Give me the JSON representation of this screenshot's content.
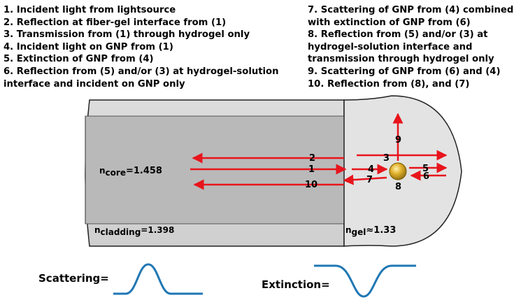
{
  "legend": {
    "items": [
      "1. Incident light from lightsource",
      "2. Reflection at fiber-gel interface from (1)",
      "3. Transmission from (1) through hydrogel only",
      "4. Incident light on GNP from (1)",
      "5. Extinction of GNP from (4)",
      "6. Reflection from (5) and/or (3) at hydrogel-solution interface and incident on GNP only",
      "7. Scattering of GNP from (4) combined with extinction of GNP from (6)",
      "8. Reflection from (5) and/or (3) at hydrogel-solution interface and transmission through hydrogel only",
      "9. Scattering of GNP from (6) and (4)",
      "10. Reflection from (8), and (7)"
    ]
  },
  "diagram": {
    "core_label": {
      "sub": "core",
      "value": "=1.458"
    },
    "cladding_label": {
      "sub": "cladding",
      "value": "=1.398"
    },
    "gel_label": {
      "sub": "gel",
      "value": "≈1.33"
    },
    "arrow_numbers": {
      "n1": "1",
      "n2": "2",
      "n3": "3",
      "n4": "4",
      "n5": "5",
      "n6": "6",
      "n7": "7",
      "n8": "8",
      "n9": "9",
      "n10": "10"
    },
    "arrow_color": "#e8141c",
    "particle_color": "#d4a017"
  },
  "bottom": {
    "scattering_label": "Scattering=",
    "extinction_label": "Extinction=",
    "curve_color": "#1f77b4"
  }
}
